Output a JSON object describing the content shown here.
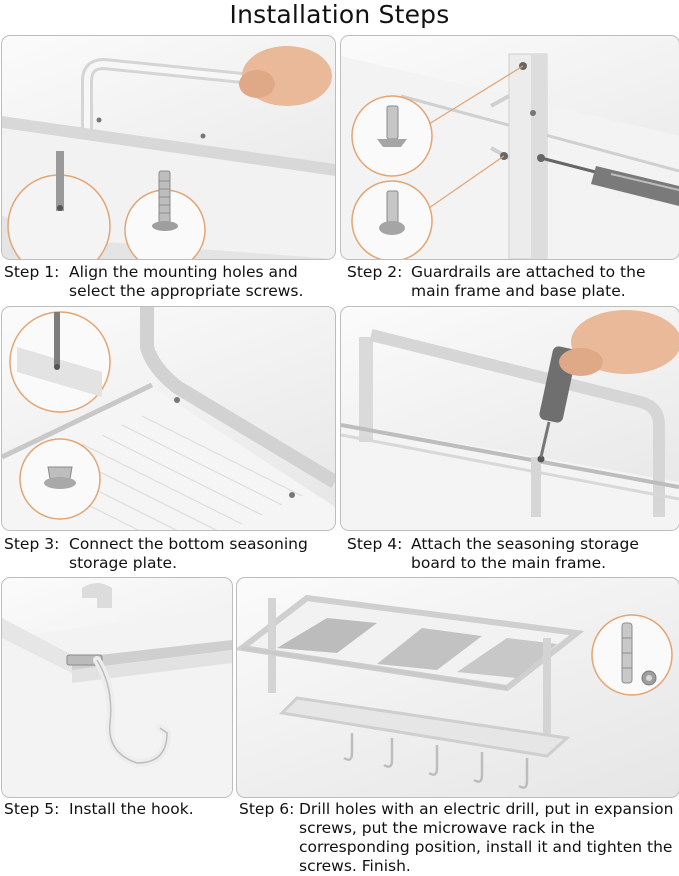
{
  "title": "Installation Steps",
  "steps": [
    {
      "label": "Step 1:",
      "text": "Align the mounting holes and select the appropriate screws."
    },
    {
      "label": "Step 2:",
      "text": "Guardrails are attached to the main frame and base plate."
    },
    {
      "label": "Step 3:",
      "text": "Connect the bottom seasoning storage plate."
    },
    {
      "label": "Step 4:",
      "text": "Attach the seasoning storage board to the main frame."
    },
    {
      "label": "Step 5:",
      "text": "Install the hook."
    },
    {
      "label": "Step 6:",
      "text": "Drill holes with an electric drill, put in expansion screws, put the microwave rack in the corresponding position, install it and tighten the screws. Finish."
    }
  ]
}
